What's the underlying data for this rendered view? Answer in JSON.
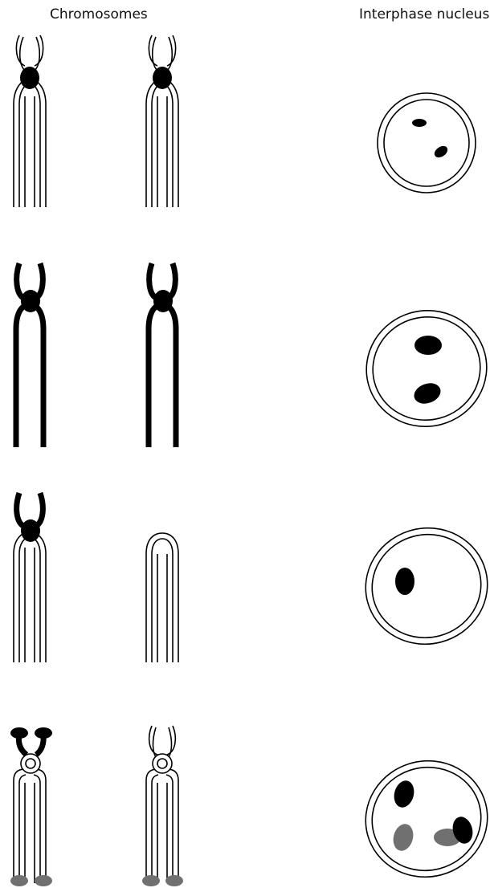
{
  "headers": {
    "chromosomes": "Chromosomes",
    "interphase_nucleus": "Interphase nucleus"
  },
  "colors": {
    "ink": "#000000",
    "background": "#ffffff",
    "grey_signal": "#707070"
  },
  "rows": [
    {
      "pair": [
        "double-outline chromosome with black centromere",
        "double-outline chromosome with black centromere"
      ],
      "nucleus_signals": [
        "small black",
        "small black"
      ]
    },
    {
      "pair": [
        "bold black chromosome with black centromere",
        "bold black chromosome with black centromere"
      ],
      "nucleus_signals": [
        "large black",
        "large black"
      ]
    },
    {
      "pair": [
        "double-outline chromosome with bold upper arms and black centromere",
        "outline arm only"
      ],
      "nucleus_signals": [
        "black"
      ]
    },
    {
      "pair": [
        "chromosome with black arm tips, white centromere, grey lower tips",
        "outline chromosome with white centromere, grey lower tips"
      ],
      "nucleus_signals": [
        "black",
        "black",
        "grey",
        "grey"
      ]
    }
  ]
}
